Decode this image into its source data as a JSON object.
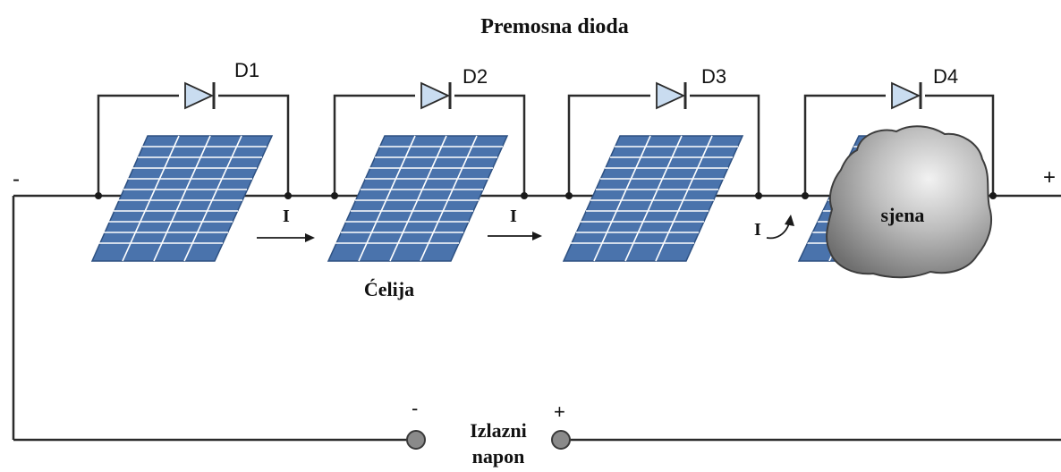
{
  "title": "Premosna dioda",
  "diodes": [
    {
      "label": "D1"
    },
    {
      "label": "D2"
    },
    {
      "label": "D3"
    },
    {
      "label": "D4"
    }
  ],
  "current_label": "I",
  "cell_label": "Ćelija",
  "shadow_label": "sjena",
  "string_minus": "-",
  "string_plus": "+",
  "output": {
    "minus": "-",
    "plus": "+",
    "label_line1": "Izlazni",
    "label_line2": "napon"
  },
  "colors": {
    "panel_fill": "#4a73ac",
    "panel_line": "#ffffff",
    "panel_edge": "#2e5182",
    "diode_fill": "#c9dcf0",
    "wire": "#2b2b2b",
    "shadow_light": "#e6e6e6",
    "shadow_dark": "#7a7a7a",
    "terminal": "#8a8a8a"
  }
}
